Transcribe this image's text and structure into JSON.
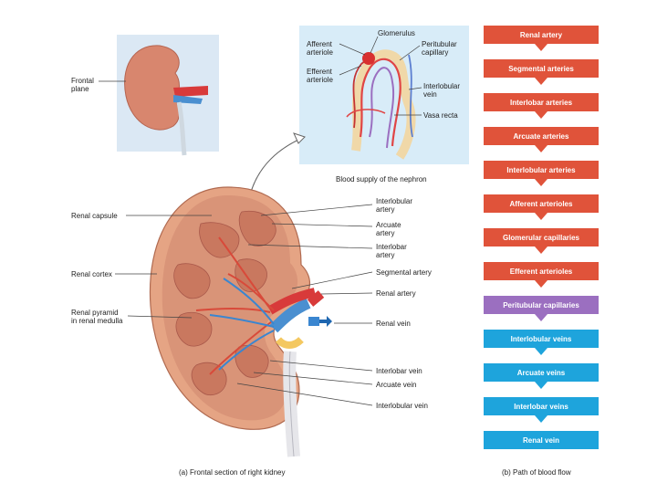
{
  "colors": {
    "artery": "#e0533a",
    "capillary": "#9b6fc0",
    "vein": "#1ea4dc",
    "inset_bg": "#d8ecf8"
  },
  "frontal_inset": {
    "label": "Frontal\nplane"
  },
  "nephron_inset": {
    "labels": {
      "glomerulus": "Glomerulus",
      "afferent_arteriole": "Afferent\narteriole",
      "efferent_arteriole": "Efferent\narteriole",
      "peritubular_capillary": "Peritubular\ncapillary",
      "interlobular_vein": "Interlobular\nvein",
      "vasa_recta": "Vasa recta"
    },
    "caption": "Blood supply of the nephron"
  },
  "kidney": {
    "left_labels": {
      "renal_capsule": "Renal capsule",
      "renal_cortex": "Renal cortex",
      "renal_pyramid": "Renal pyramid\nin renal medulla"
    },
    "right_labels": {
      "interlobular_artery": "Interlobular\nartery",
      "arcuate_artery": "Arcuate\nartery",
      "interlobar_artery": "Interlobar\nartery",
      "segmental_artery": "Segmental artery",
      "renal_artery": "Renal artery",
      "renal_vein": "Renal vein",
      "interlobar_vein": "Interlobar vein",
      "arcuate_vein": "Arcuate vein",
      "interlobular_vein": "Interlobular vein"
    },
    "caption": "(a) Frontal section of right kidney"
  },
  "flow": {
    "steps": [
      {
        "label": "Renal artery",
        "kind": "artery"
      },
      {
        "label": "Segmental arteries",
        "kind": "artery"
      },
      {
        "label": "Interlobar arteries",
        "kind": "artery"
      },
      {
        "label": "Arcuate arteries",
        "kind": "artery"
      },
      {
        "label": "Interlobular arteries",
        "kind": "artery"
      },
      {
        "label": "Afferent arterioles",
        "kind": "artery"
      },
      {
        "label": "Glomerular capillaries",
        "kind": "artery"
      },
      {
        "label": "Efferent arterioles",
        "kind": "artery"
      },
      {
        "label": "Peritubular capillaries",
        "kind": "capillary"
      },
      {
        "label": "Interlobular veins",
        "kind": "vein"
      },
      {
        "label": "Arcuate veins",
        "kind": "vein"
      },
      {
        "label": "Interlobar veins",
        "kind": "vein"
      },
      {
        "label": "Renal vein",
        "kind": "vein"
      }
    ],
    "caption": "(b) Path of blood flow"
  }
}
